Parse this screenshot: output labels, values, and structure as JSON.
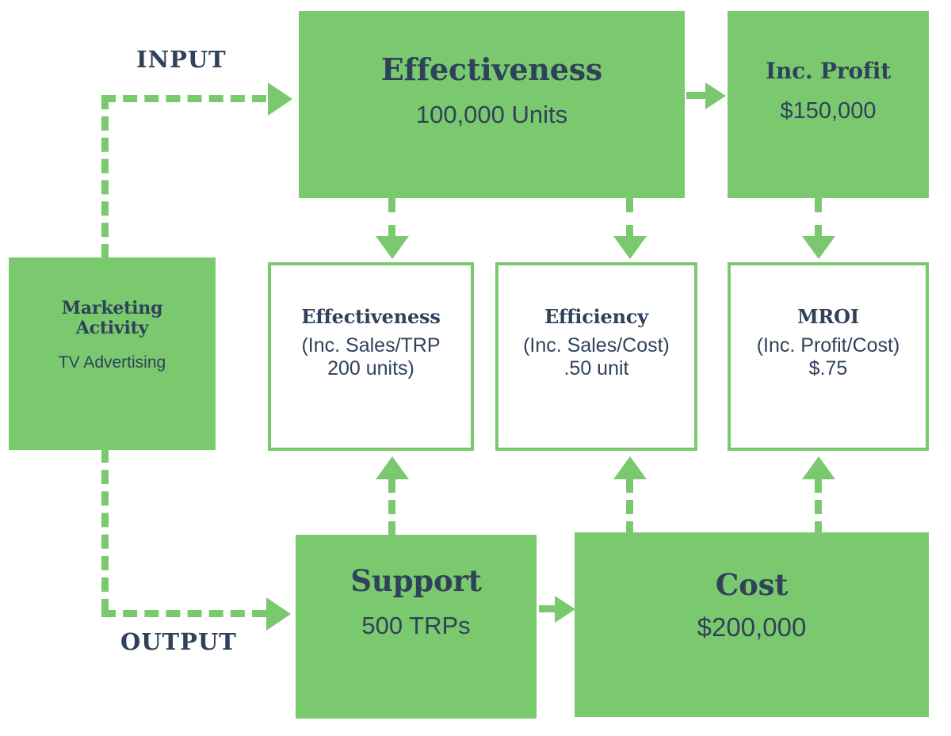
{
  "diagram": {
    "flow_labels": {
      "input": "INPUT",
      "output": "OUTPUT"
    },
    "colors": {
      "green": "#7BC96F",
      "navy": "#2F4259",
      "background": "#FFFFFF"
    },
    "boxes": {
      "marketing_activity": {
        "title": "Marketing\nActivity",
        "title_line1": "Marketing",
        "title_line2": "Activity",
        "subtitle": "TV Advertising",
        "style": "filled"
      },
      "effectiveness": {
        "title": "Effectiveness",
        "subtitle": "100,000 Units",
        "style": "filled"
      },
      "inc_profit": {
        "title": "Inc. Profit",
        "subtitle": "$150,000",
        "style": "filled"
      },
      "effectiveness_metric": {
        "title": "Effectiveness",
        "subtitle_line1": "(Inc. Sales/TRP",
        "subtitle_line2": "200 units)",
        "style": "outlined"
      },
      "efficiency_metric": {
        "title": "Efficiency",
        "subtitle_line1": "(Inc. Sales/Cost)",
        "subtitle_line2": ".50 unit",
        "style": "outlined"
      },
      "mroi_metric": {
        "title": "MROI",
        "subtitle_line1": "(Inc. Profit/Cost)",
        "subtitle_line2": "$.75",
        "style": "outlined"
      },
      "support": {
        "title": "Support",
        "subtitle": "500 TRPs",
        "style": "filled"
      },
      "cost": {
        "title": "Cost",
        "subtitle": "$200,000",
        "style": "filled"
      }
    }
  }
}
